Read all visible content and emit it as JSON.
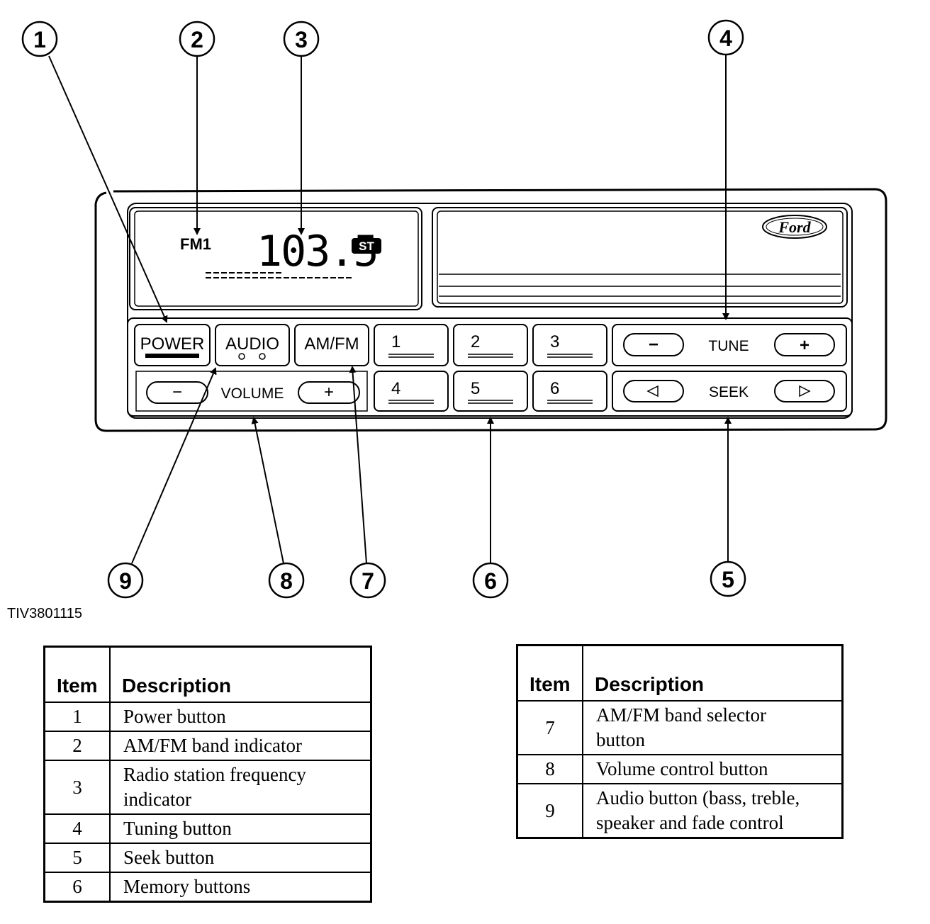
{
  "callouts": [
    "1",
    "2",
    "3",
    "4",
    "5",
    "6",
    "7",
    "8",
    "9"
  ],
  "radio": {
    "band": "FM1",
    "frequency": "103.5",
    "stereo": "ST",
    "brand": "Ford",
    "buttons": {
      "power": "POWER",
      "audio": "AUDIO",
      "amfm": "AM/FM",
      "volume": "VOLUME",
      "minus": "−",
      "plus": "+",
      "tune": "TUNE",
      "seek": "SEEK",
      "presets": [
        "1",
        "2",
        "3",
        "4",
        "5",
        "6"
      ]
    }
  },
  "figure_id": "TIV3801115",
  "table_header": {
    "item": "Item",
    "description": "Description"
  },
  "table_left": [
    {
      "item": "1",
      "description": "Power button"
    },
    {
      "item": "2",
      "description": "AM/FM band indicator"
    },
    {
      "item": "3",
      "description": "Radio station frequency indicator"
    },
    {
      "item": "4",
      "description": "Tuning button"
    },
    {
      "item": "5",
      "description": "Seek button"
    },
    {
      "item": "6",
      "description": "Memory buttons"
    }
  ],
  "table_right": [
    {
      "item": "7",
      "description": "AM/FM band selector button"
    },
    {
      "item": "8",
      "description": "Volume control button"
    },
    {
      "item": "9",
      "description": "Audio button (bass, treble, speaker and fade control"
    }
  ]
}
